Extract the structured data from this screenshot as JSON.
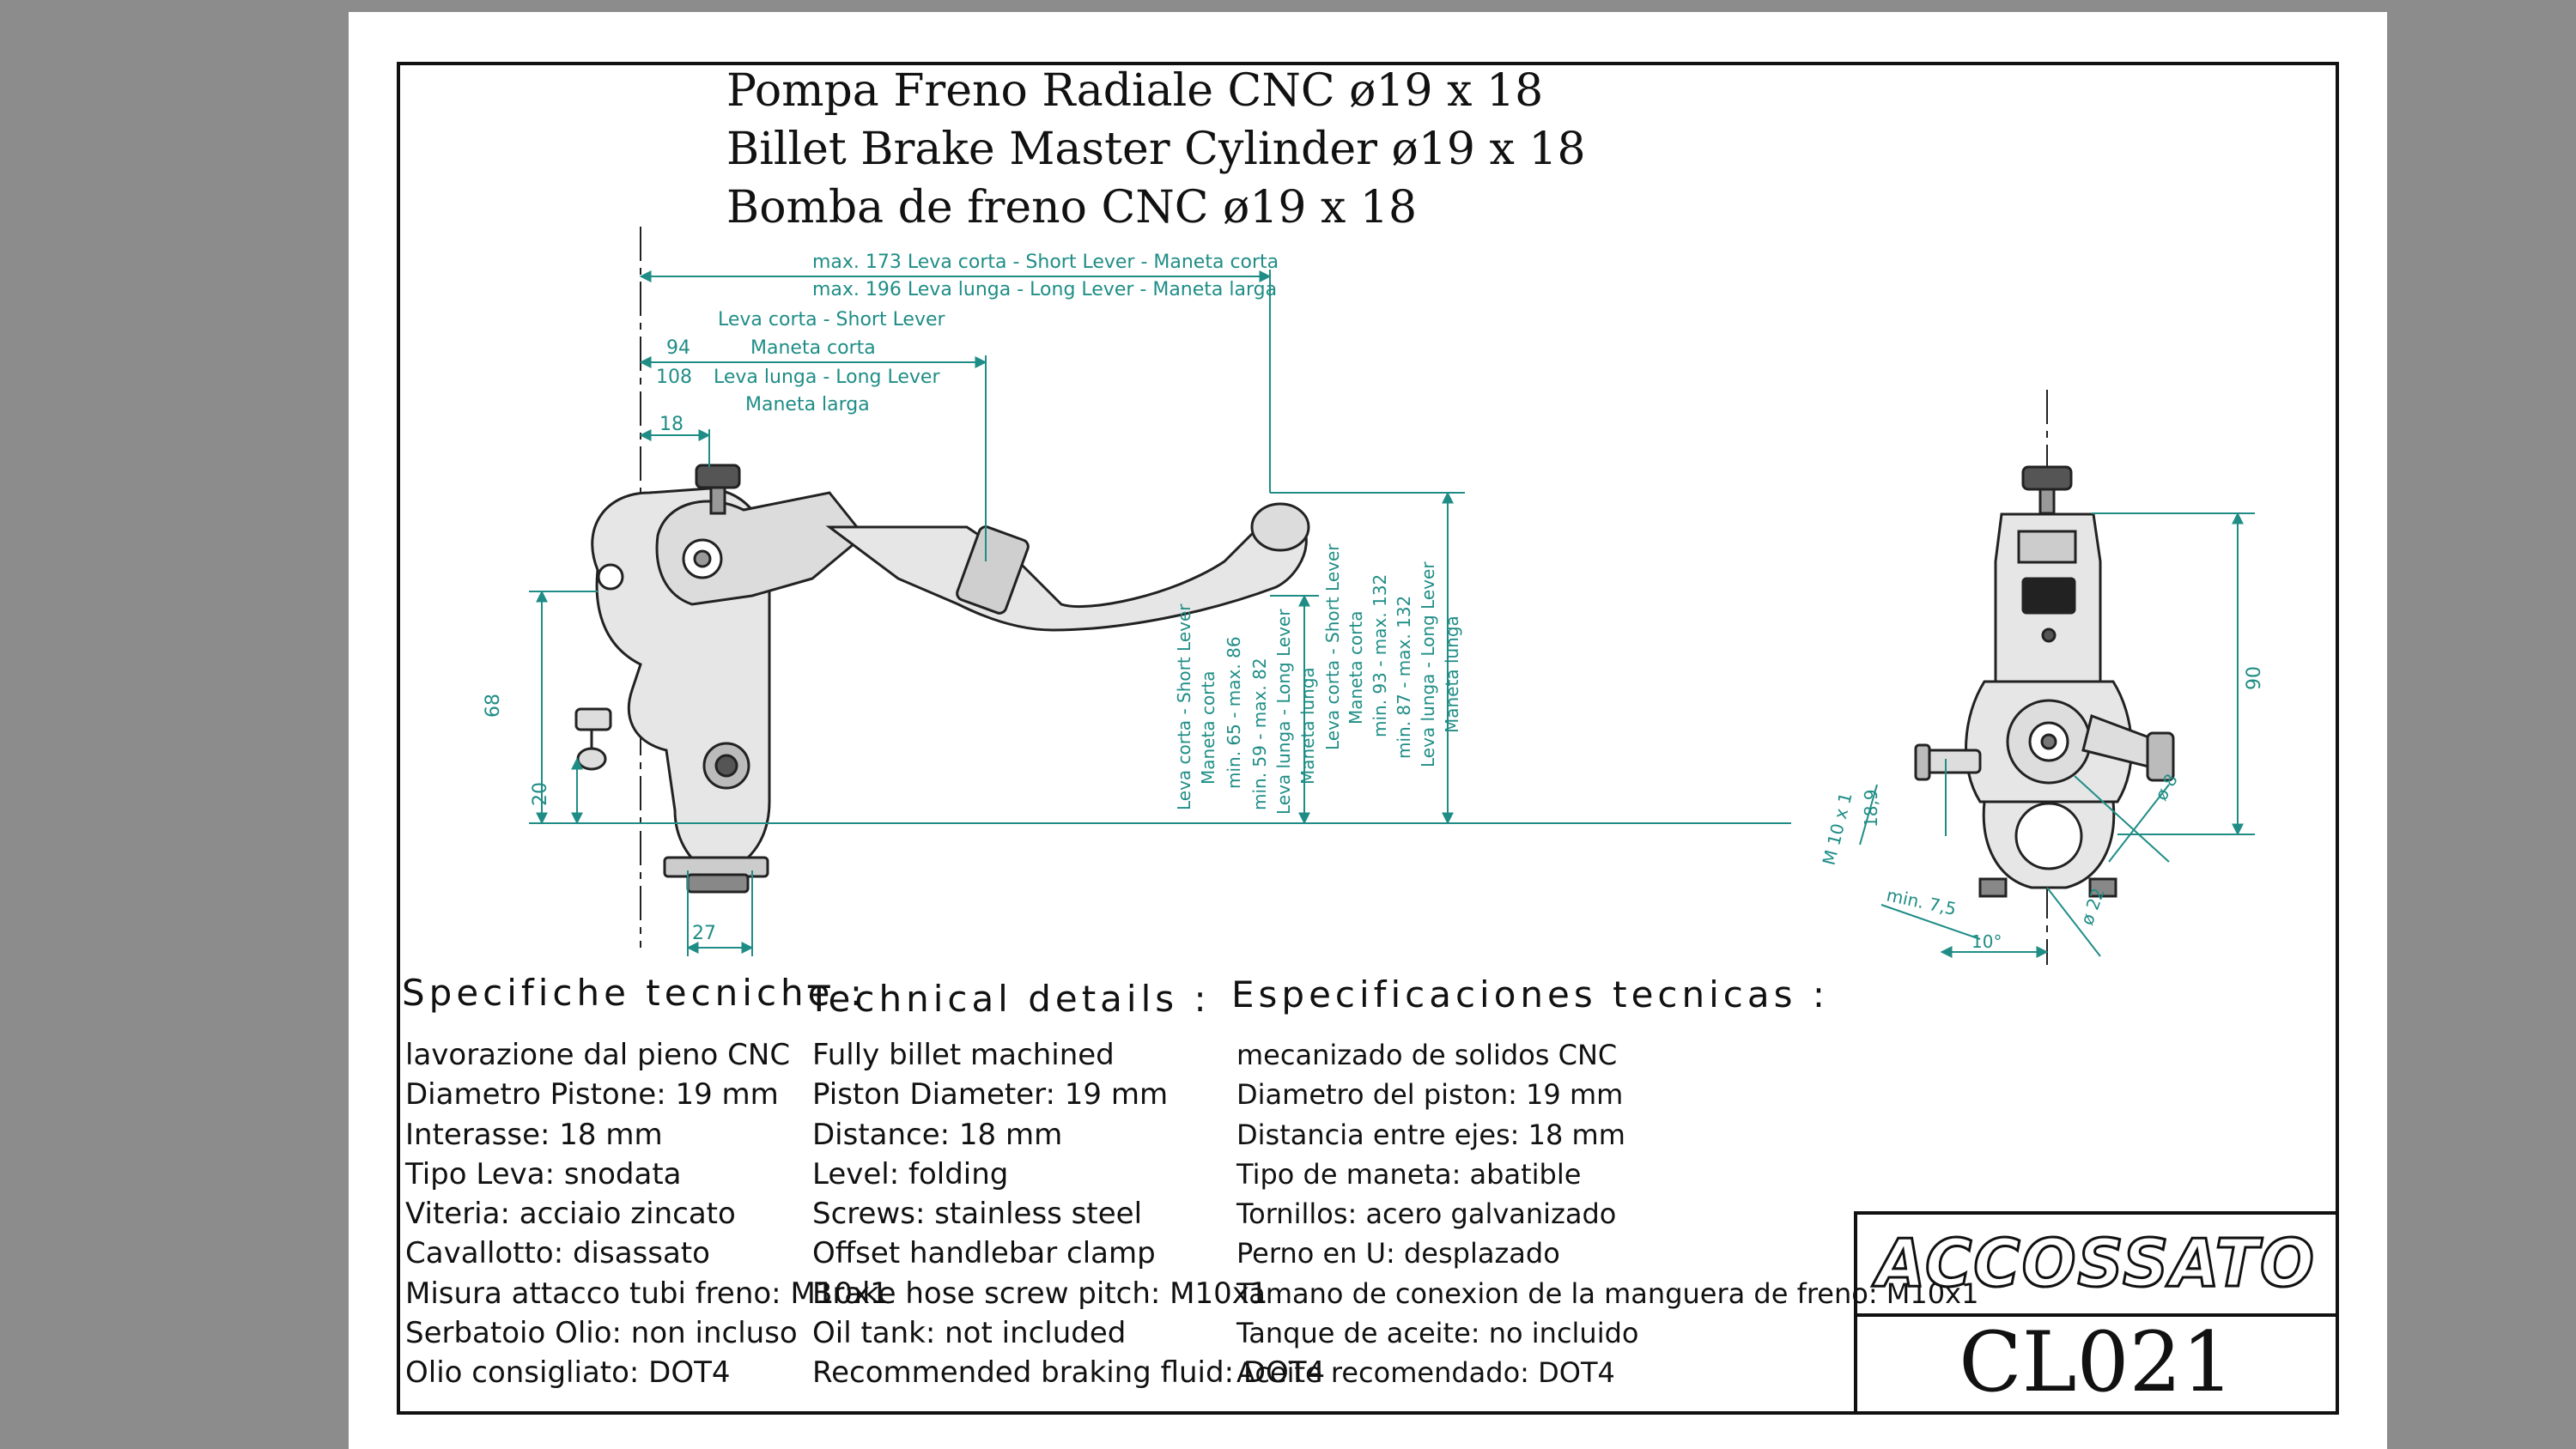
{
  "titles": [
    "Pompa Freno Radiale CNC  ø19 x 18",
    "Billet Brake Master Cylinder ø19 x 18",
    "Bomba de freno CNC ø19 x 18"
  ],
  "dimensions": {
    "top_1": "max. 173 Leva corta - Short Lever - Maneta corta",
    "top_2": "max. 196  Leva lunga - Long Lever - Maneta larga",
    "short_lever": "Leva corta - Short Lever",
    "d94": "94",
    "maneta_corta": "Maneta corta",
    "d108": "108",
    "long_lever": "Leva lunga - Long Lever",
    "maneta_larga": "Maneta larga",
    "d18": "18",
    "d68": "68",
    "d20": "20",
    "d27": "27",
    "v1_a": "Leva corta - Short Lever",
    "v1_b": "Maneta corta",
    "v1_c": "min. 65 - max. 86",
    "v1_d": "min. 59 - max. 82",
    "v1_e": "Leva lunga - Long Lever",
    "v1_f": "Maneta lunga",
    "v2_a": "Leva corta - Short Lever",
    "v2_b": "Maneta corta",
    "v2_c": "min. 93 - max. 132",
    "v2_d": "min. 87 - max. 132",
    "v2_e": "Leva lunga - Long Lever",
    "v2_f": "Maneta lunga",
    "d90": "90",
    "m10": "M 10 x 1",
    "d18_9": "18,9",
    "min75": "min. 7,5",
    "d10deg": "10°",
    "phi22": "ø 22",
    "phi8": "ø 8"
  },
  "specs": [
    {
      "heading": "Specifiche tecniche :",
      "items": [
        "lavorazione dal pieno CNC",
        "Diametro Pistone: 19 mm",
        "Interasse: 18 mm",
        "Tipo Leva: snodata",
        "Viteria: acciaio zincato",
        "Cavallotto: disassato",
        "Misura attacco tubi freno: M10x1",
        "Serbatoio Olio: non incluso",
        "Olio consigliato: DOT4"
      ]
    },
    {
      "heading": "Technical details :",
      "items": [
        "Fully billet machined",
        "Piston Diameter: 19 mm",
        "Distance: 18 mm",
        "Level: folding",
        "Screws: stainless steel",
        "Offset handlebar clamp",
        "Brake hose screw pitch: M10x1",
        "Oil tank: not included",
        "Recommended braking fluid: DOT4"
      ]
    },
    {
      "heading": "Especificaciones tecnicas :",
      "items": [
        "mecanizado de solidos CNC",
        "Diametro del piston: 19 mm",
        "Distancia entre ejes: 18 mm",
        "Tipo de maneta: abatible",
        "Tornillos: acero galvanizado",
        "Perno en U: desplazado",
        "Tamano de conexion de la manguera de freno: M10x1",
        "Tanque de aceite: no incluido",
        "Aceite recomendado: DOT4"
      ]
    }
  ],
  "brand": "ACCOSSATO",
  "model_code": "CL021"
}
